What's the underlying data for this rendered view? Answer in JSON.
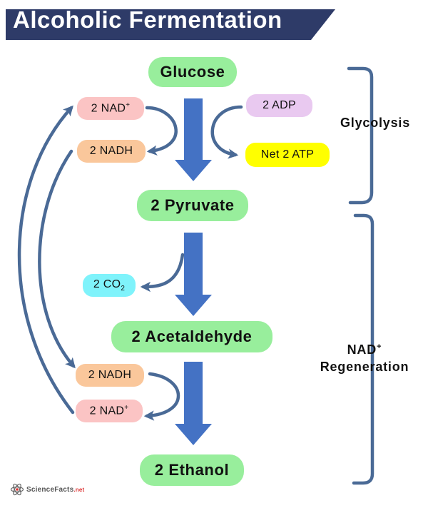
{
  "title": "Alcoholic Fermentation",
  "colors": {
    "banner": "#2e3b68",
    "arrow": "#4472c4",
    "line": "#4a6a96",
    "main_pill": "#98ee9c",
    "nad_plus": "#fbc4c4",
    "nadh": "#fac79b",
    "adp": "#e9c9f0",
    "atp": "#ffff00",
    "co2": "#7ff3fb"
  },
  "molecules": {
    "glucose": "Glucose",
    "pyruvate": "2 Pyruvate",
    "acetaldehyde": "2 Acetaldehyde",
    "ethanol": "2 Ethanol"
  },
  "cofactors": {
    "nad_top_text": "2 NAD",
    "nad_top_sup": "+",
    "nadh_top": "2 NADH",
    "adp": "2 ADP",
    "atp": "Net 2 ATP",
    "co2_text": "2 CO",
    "co2_sub": "2",
    "nadh_bottom": "2 NADH",
    "nad_bottom_text": "2 NAD",
    "nad_bottom_sup": "+"
  },
  "stages": {
    "glycolysis": "Glycolysis",
    "regen_line1_text": "NAD",
    "regen_line1_sup": "+",
    "regen_line2": "Regeneration"
  },
  "logo": {
    "name": "ScienceFacts",
    "suffix": ".net"
  }
}
